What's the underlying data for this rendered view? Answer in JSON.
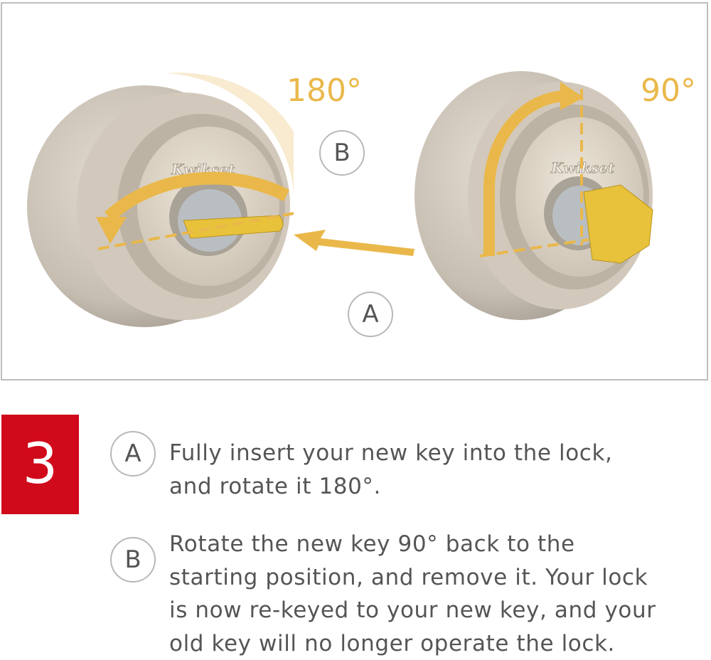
{
  "illustration": {
    "angle_left": "180°",
    "angle_right": "90°",
    "marker_b": "B",
    "marker_a": "A",
    "brand_logo": "Kwikset"
  },
  "step": {
    "number": "3",
    "items": [
      {
        "marker": "A",
        "lines": [
          "Fully insert your new key into the lock,",
          "and rotate it 180°."
        ]
      },
      {
        "marker": "B",
        "lines": [
          "Rotate the new key 90° back to the",
          "starting position, and remove it. Your lock",
          "is now re-keyed to your new key, and your",
          "old key will no longer operate the lock."
        ]
      }
    ]
  },
  "colors": {
    "accent": "#eab84a",
    "step_red": "#d0091b",
    "text": "#555555"
  }
}
